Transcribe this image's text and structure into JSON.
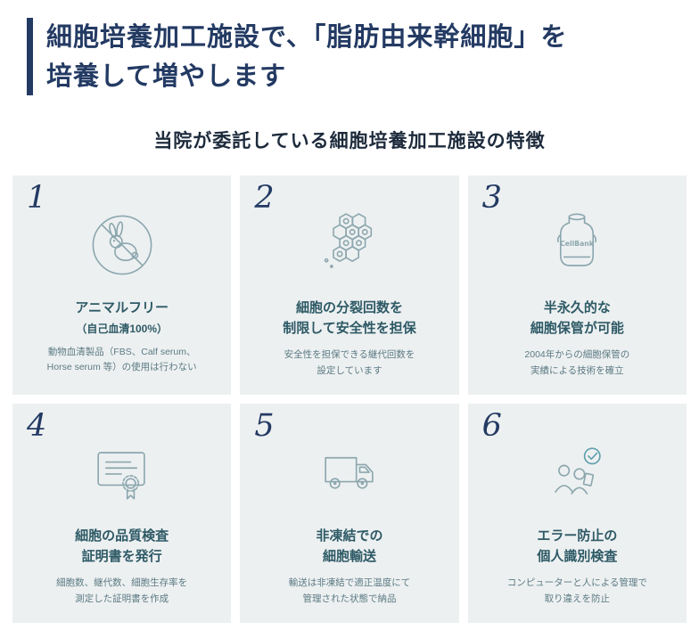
{
  "header": {
    "title": "細胞培養加工施設で、「脂肪由来幹細胞」を\n培養して増やします",
    "subtitle": "当院が委託している細胞培養加工施設の特徴"
  },
  "colors": {
    "heading_navy": "#233a63",
    "card_background": "#edf0f1",
    "card_title_teal": "#2e5a66",
    "description_gray": "#5c7b84",
    "icon_line": "#8ca7ae"
  },
  "cards": [
    {
      "number": "1",
      "icon": "animal-free-rabbit-icon",
      "title": "アニマルフリー",
      "subtitle": "（自己血清100%）",
      "description": "動物血清製品（FBS、Calf serum、\nHorse serum 等）の使用は行わない"
    },
    {
      "number": "2",
      "icon": "cell-division-hexagons-icon",
      "title": "細胞の分裂回数を\n制限して安全性を担保",
      "description": "安全性を担保できる継代回数を\n設定しています"
    },
    {
      "number": "3",
      "icon": "cellbank-tank-icon",
      "icon_label": "CellBank",
      "title": "半永久的な\n細胞保管が可能",
      "description": "2004年からの細胞保管の\n実績による技術を確立"
    },
    {
      "number": "4",
      "icon": "quality-certificate-icon",
      "title": "細胞の品質検査\n証明書を発行",
      "description": "細胞数、継代数、細胞生存率を\n測定した証明書を作成"
    },
    {
      "number": "5",
      "icon": "delivery-truck-icon",
      "title": "非凍結での\n細胞輸送",
      "description": "輸送は非凍結で適正温度にて\n管理された状態で納品"
    },
    {
      "number": "6",
      "icon": "person-identification-check-icon",
      "title": "エラー防止の\n個人識別検査",
      "description": "コンピューターと人による管理で\n取り違えを防止"
    }
  ]
}
